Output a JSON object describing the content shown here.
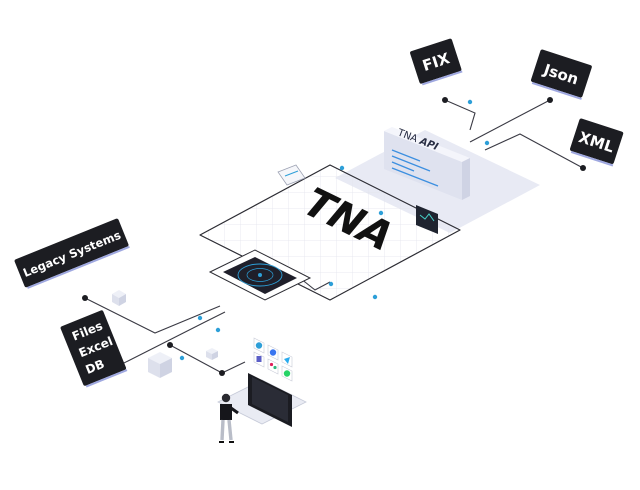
{
  "diagram": {
    "hub_label": "TNA",
    "api_card": {
      "name": "TNA",
      "suffix": "API"
    },
    "formats": [
      "FIX",
      "Json",
      "XML"
    ],
    "sources": {
      "legacy": "Legacy Systems",
      "files": [
        "Files",
        "Excel",
        "DB"
      ]
    },
    "messenger_icons": [
      "skype-icon",
      "signal-icon",
      "telegram-icon",
      "teams-icon",
      "slack-icon",
      "whatsapp-icon"
    ],
    "colors": {
      "tag_background": "#1c1d22",
      "accent": "#2d9fd8",
      "platform": "#e6e8f3",
      "chip": "#1f1f2a",
      "line": "#3a3a44"
    }
  }
}
